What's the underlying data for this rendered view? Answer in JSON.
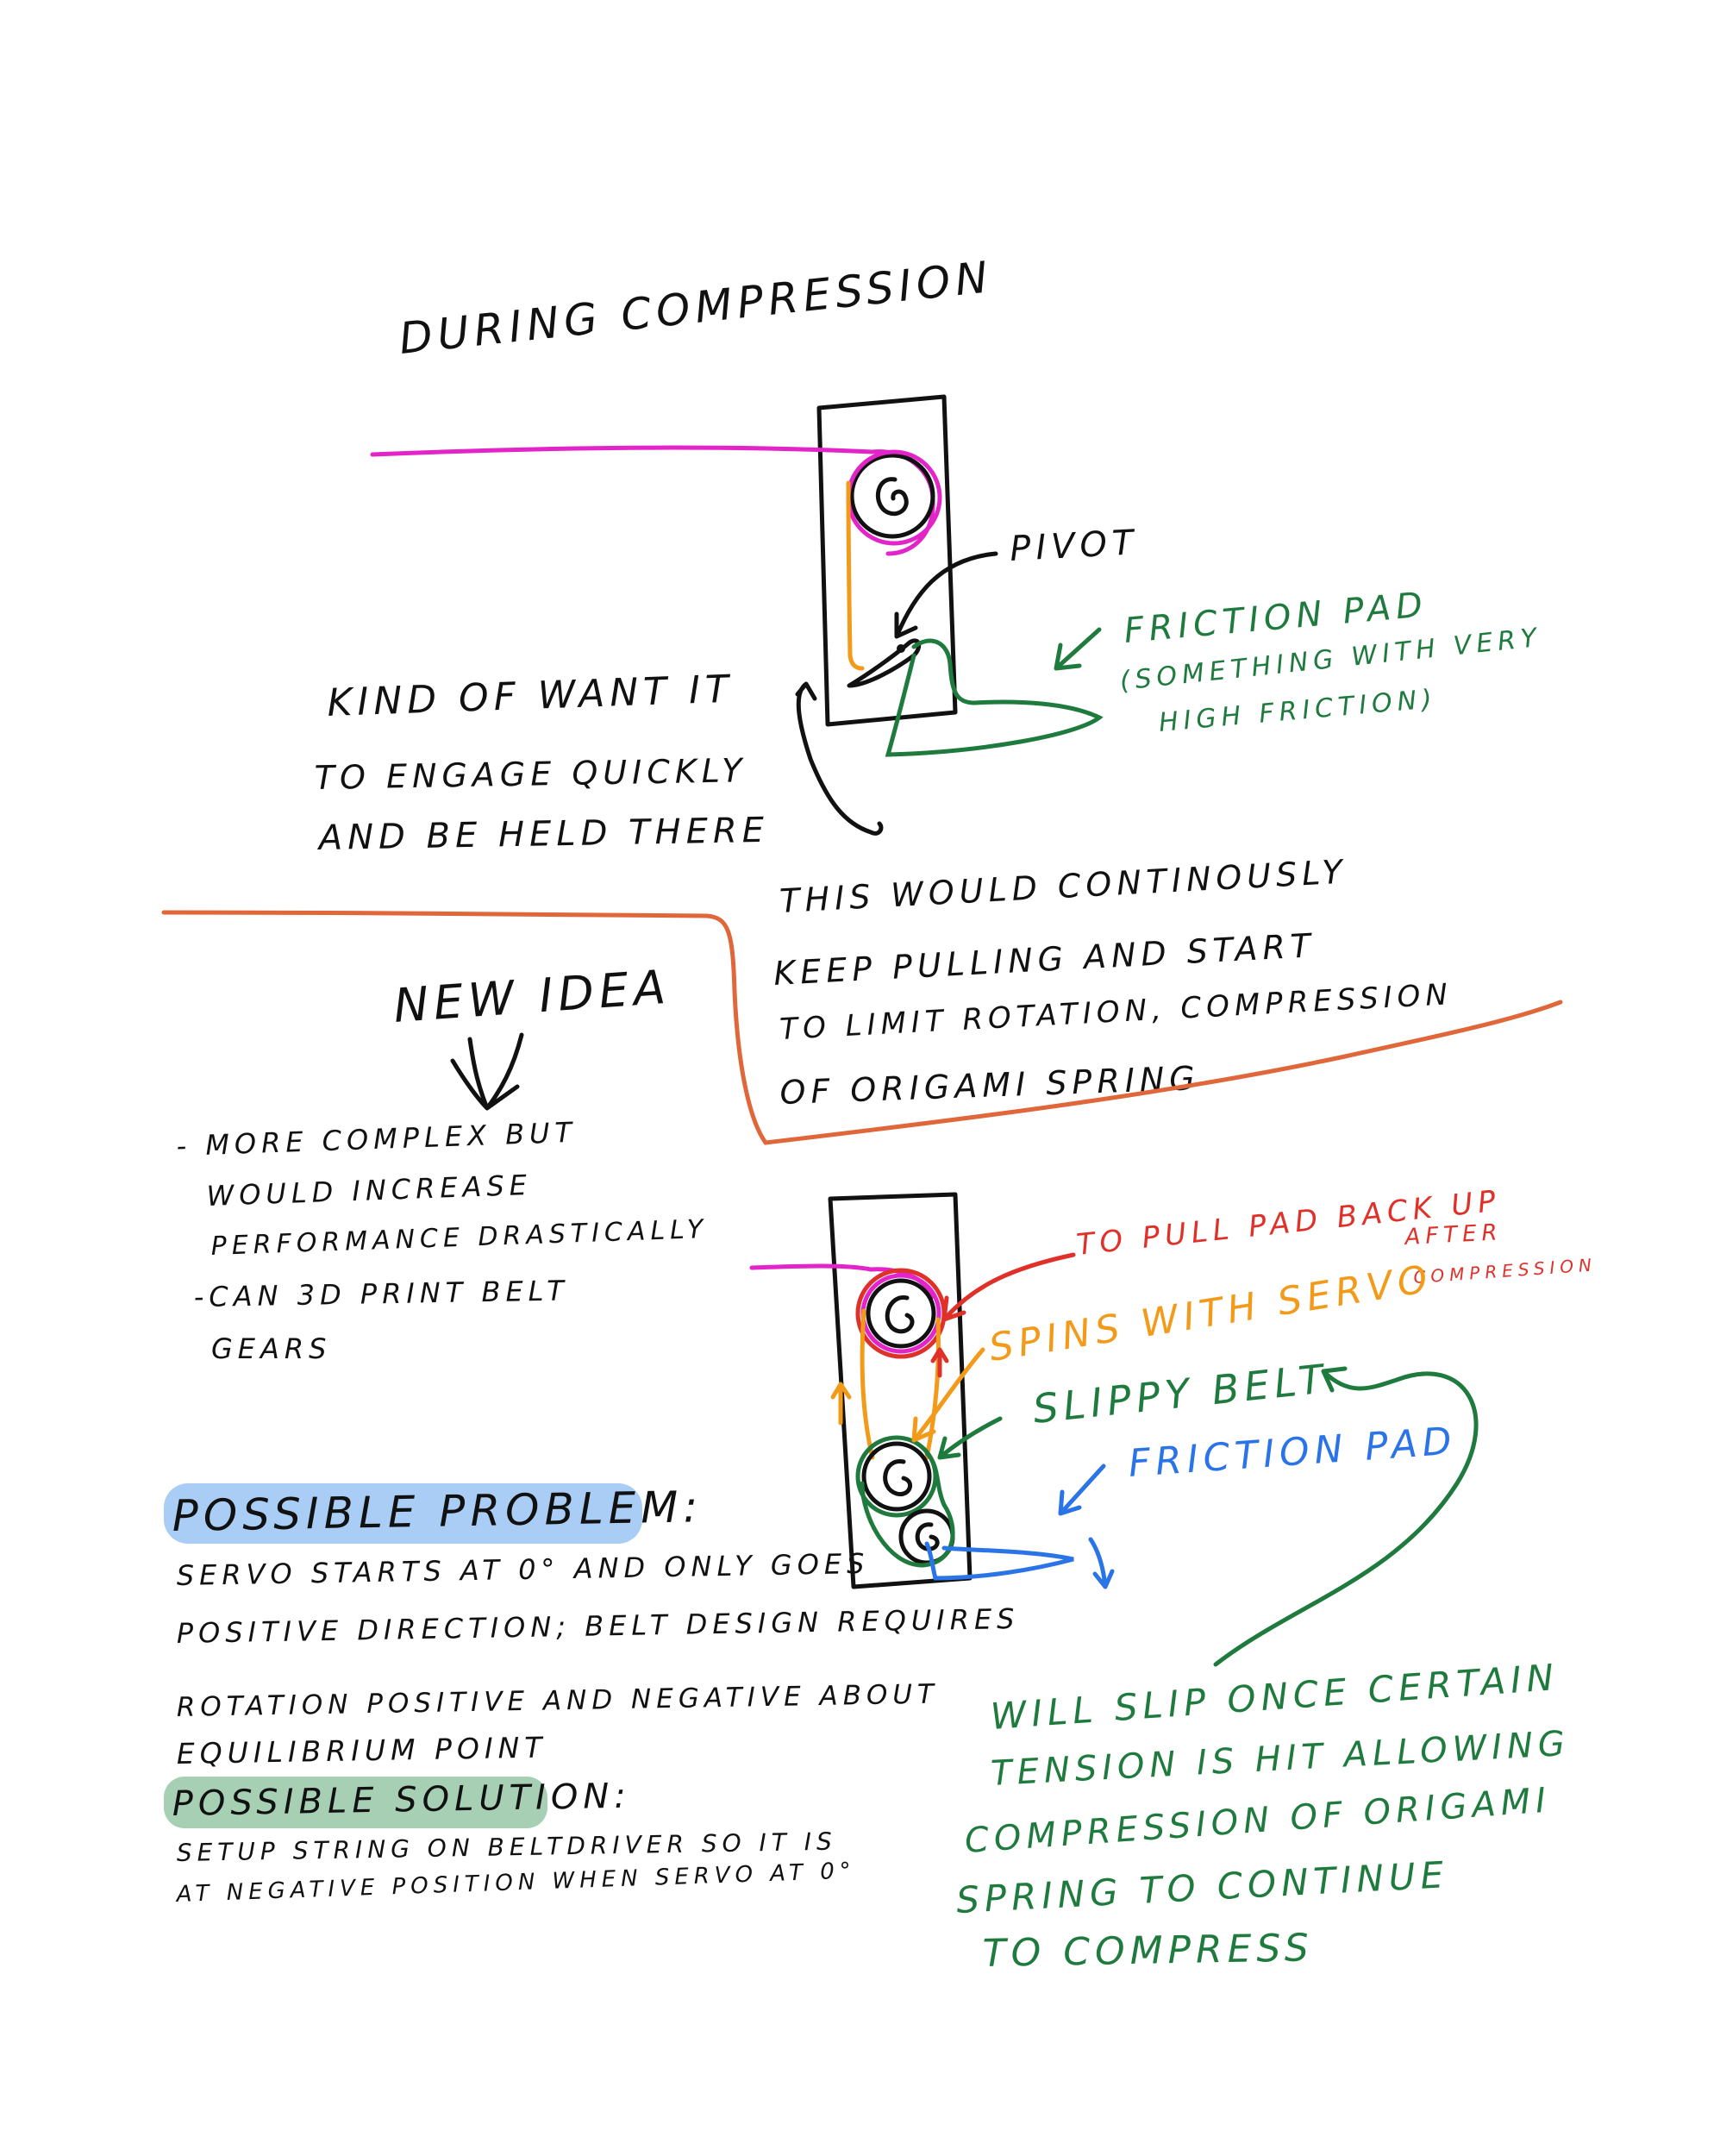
{
  "colors": {
    "ink": "#111111",
    "magenta": "#e224c8",
    "orange": "#f29a1a",
    "red": "#e0302a",
    "green": "#1f7a3e",
    "blue": "#2a74e8",
    "divider": "#e0673a",
    "highlight_blue": "#a9cdf5",
    "highlight_green": "#a6cfb3"
  },
  "top_section": {
    "title": "DURING COMPRESSION",
    "pivot_label": "PIVOT",
    "friction_pad_label": "FRICTION PAD",
    "friction_pad_note_1": "(SOMETHING WITH VERY",
    "friction_pad_note_2": "HIGH FRICTION)",
    "engage_note": [
      "KIND OF WANT IT",
      "TO ENGAGE QUICKLY",
      "AND BE HELD THERE"
    ],
    "consequence_note": [
      "THIS WOULD CONTINOUSLY",
      "KEEP PULLING AND START",
      "TO LIMIT ROTATION, COMPRESSION",
      "OF ORIGAMI SPRING"
    ]
  },
  "new_idea": {
    "title": "NEW IDEA",
    "bullets": [
      "- MORE COMPLEX BUT",
      "WOULD INCREASE",
      "PERFORMANCE DRASTICALLY",
      "-CAN 3D PRINT BELT",
      "GEARS"
    ]
  },
  "bottom_diagram": {
    "pull_back_label": "TO PULL PAD BACK UP",
    "after_label_1": "AFTER",
    "after_label_2": "COMPRESSION",
    "spins_label": "SPINS WITH SERVO",
    "belt_label": "SLIPPY BELT",
    "friction_label": "FRICTION PAD",
    "slip_note": [
      "WILL SLIP ONCE CERTAIN",
      "TENSION IS HIT ALLOWING",
      "COMPRESSION OF ORIGAMI",
      "SPRING TO CONTINUE",
      "TO COMPRESS"
    ]
  },
  "problem": {
    "heading": "POSSIBLE PROBLEM:",
    "lines": [
      "SERVO STARTS AT 0° AND ONLY GOES",
      "POSITIVE DIRECTION; BELT DESIGN REQUIRES",
      "ROTATION POSITIVE AND NEGATIVE ABOUT",
      "EQUILIBRIUM POINT"
    ]
  },
  "solution": {
    "heading": "POSSIBLE SOLUTION:",
    "lines": [
      "SETUP STRING ON BELTDRIVER SO IT IS",
      "AT NEGATIVE POSITION WHEN SERVO AT 0°"
    ]
  }
}
